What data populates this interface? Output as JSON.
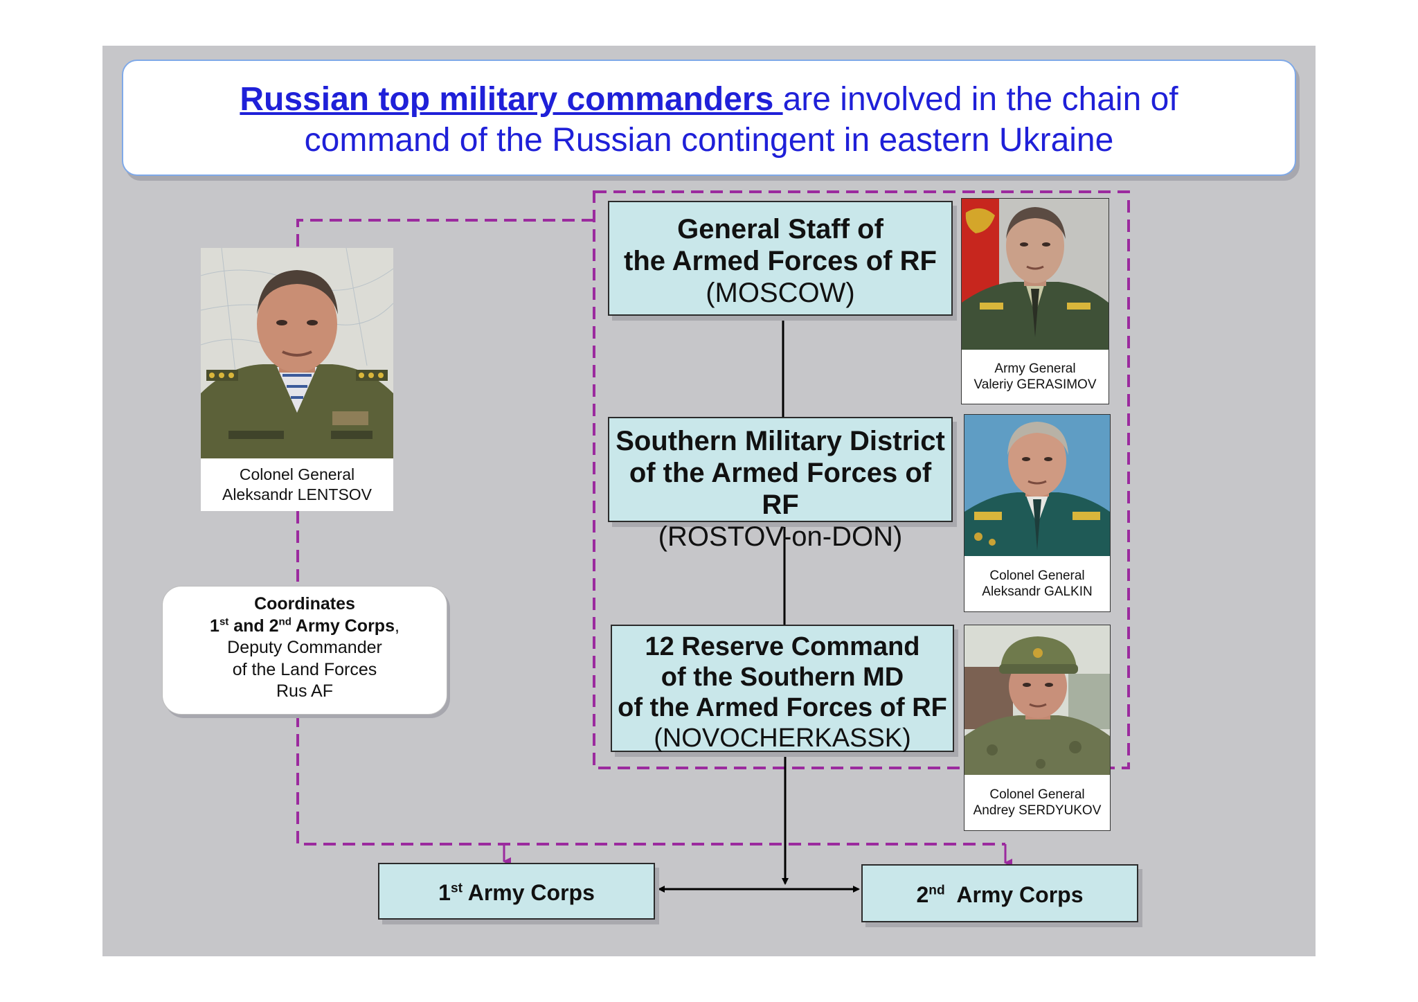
{
  "title": {
    "highlight": "Russian top military commanders ",
    "line1_rest": "are involved in the chain of",
    "line2": "command of the Russian contingent in eastern Ukraine"
  },
  "boxes": {
    "general_staff": {
      "line1": "General Staff of",
      "line2": "the Armed Forces of RF",
      "line3": "(MOSCOW)"
    },
    "southern_md": {
      "line1": "Southern Military District",
      "line2": "of the Armed Forces of RF",
      "line3": "(ROSTOV-on-DON)"
    },
    "reserve_command": {
      "line1": "12 Reserve Command",
      "line2": "of the Southern MD",
      "line3": "of the Armed Forces of RF",
      "line4": "(NOVOCHERKASSK)"
    },
    "corps_1": {
      "number": "1",
      "suffix": "st",
      "label": " Army Corps"
    },
    "corps_2": {
      "number": "2",
      "suffix": "nd",
      "label": "  Army Corps"
    }
  },
  "commanders": {
    "lentsov": {
      "rank": "Colonel General",
      "name": "Aleksandr LENTSOV"
    },
    "gerasimov": {
      "rank": "Army General",
      "name": "Valeriy GERASIMOV"
    },
    "galkin": {
      "rank": "Colonel General",
      "name": "Aleksandr GALKIN"
    },
    "serdyukov": {
      "rank": "Colonel General",
      "name": "Andrey SERDYUKOV"
    }
  },
  "coordinates_note": {
    "line1": "Coordinates",
    "corps_1_num": "1",
    "corps_1_sup": "st",
    "and": " and ",
    "corps_2_num": "2",
    "corps_2_sup": "nd",
    "army_corps": " Army Corps",
    "comma": ",",
    "line3": "Deputy Commander",
    "line4": "of the Land Forces",
    "line5": "Rus AF"
  },
  "colors": {
    "slide_background": "#c6c6c9",
    "title_text": "#1f20d8",
    "box_fill": "#c9e7ea",
    "dashed_line": "#9b2a9e",
    "solid_line": "#000000"
  }
}
